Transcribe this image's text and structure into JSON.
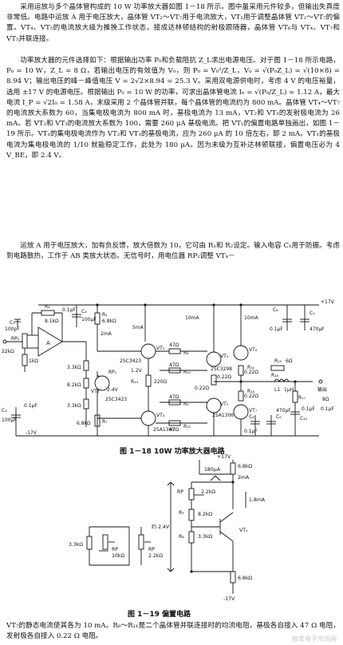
{
  "paragraphs": {
    "p1": "采用运放与多个晶体管构成的 10 W 功率放大器如图 1－18 所示。图中虽采用元件较多，但输出失真度非常低。电路中运放 A 用于电压放大，晶体管 VT₂～VT₇用于电流放大，VT₁用于调整晶体管 VT₂～VT₇的偏置。VT₄、VT₅的电流放大级为推挽工作状态，接成达林顿结构的射极跟随器，晶体管 VT₆与 VT₄、VT₇和 VT₅并联连接。",
    "p2": "功率放大器的元件选择如下：根据输出功率 P₀和负载阻抗 Z_L求出电源电压。对于图 1－18 所示电路，P₀ = 10 W，Z_L = 8 Ω，若输出电压的有效值为 V₀，则 P₀ = V₀²/Z_L，V₀ = √(P₀Z_L) = √(10×8) = 8.94 V；输出电压的峰－峰值电压 V = 2√2×8.94 = 25.3 V。采用双电源供电时，考虑 4 V 的电压裕量，选用 ±17 V 的电源电压。根据输出 P₀ = 10 W 的功率，可求出晶体管电流 I₀ = √(P₀/Z_L) = 1.12 A，最大电流 I_P = √2I₀ = 1.58 A，末级采用 2 个晶体管并联，每个晶体管的电流约为 800 mA。晶体管 VT₄～VT₇的电流放大系数为 60，当集电极电流为 800 mA 时，基极电流为 13 mA，VT₂和 VT₃的发射极电流为 26 mA。若 VT₂和 VT₃的电流放大系数为 100，需要 260 μA 基极电流。把 VT₁的偏置电路单独画出，如图 1－19 所示。VT₁的集电极电流作为 VT₂和 VT₃的基极电流，应为 260 μA 的 10 倍左右，即 2 mA。VT₁的基极电流为集电极电流的 1/10 就能稳定工作，此处为 180 μA。因为末级为互补达林顿联接，偏置电压必为 4 V_BE，即 2.4 V。",
    "p3": "运放 A 用于电压放大，加有负反馈，放大倍数为 10，它可由 R₁和 R₂设定。输入电容 C₁用于防振。考虑到电路散热，工作于 AB 类放大状态。无信号时，用电位器 RP₁调整 VT₄－",
    "p4": "VT₇的静态电流使其各为 10 mA。R₆～R₁₁是二个晶体管并联连接时的均流电阻，基极各自接入 47 Ω 电阻，发射极各自接入 0.22 Ω 电阻。"
  },
  "fig18": {
    "caption": "图 1－18   10W 功率放大器电路",
    "labels": {
      "c1": "C₁",
      "c1v": "100pF",
      "r2": "R₂",
      "r2v": "8.1kΩ",
      "rp2": "RP₂",
      "in": "22kΩ",
      "r1v": "1kΩ",
      "opamp": "A",
      "cap01a": "0.1μF",
      "c4": "C₄",
      "c4v": "100μF",
      "r4": "R₄",
      "r4v": "6.8kΩ",
      "i2ma": "2mA",
      "i5ma": "5mA",
      "i10ma_a": "10mA",
      "i10ma_b": "10mA",
      "vt2": "VT₂",
      "vt2p": "2SC3423",
      "v12": "1.2V",
      "r14": "R₁₄",
      "r14v": "220Ω",
      "r33k": "3.3kΩ",
      "rp1": "RP₁",
      "r82k": "8.2kΩ",
      "vt1": "VT₁",
      "vt1p": "2SC3423",
      "v24": "2.4V",
      "r33kb": "3.3kΩ",
      "r68k": "6.8kΩ",
      "r7": "R₇",
      "vt3": "VT₃",
      "vt3p": "2SA1360",
      "r47a": "47Ω",
      "r8": "R₈",
      "r10": "R₁₀",
      "r47b": "47Ω",
      "vt4": "VT₄",
      "vt4p": "2SC3298",
      "r22a": "0.22Ω",
      "r22b": "0.22Ω",
      "r22c": "0.22Ω",
      "r22d": "0.22Ω",
      "r47c": "47Ω",
      "vt5": "VT₅",
      "vt5p": "2SA1306",
      "r9": "R₉",
      "r11": "R₁₁",
      "r47d": "47Ω",
      "vt6": "VT₆",
      "vt7": "VT₇",
      "r12": "R₁₂",
      "r13": "R₁₃",
      "c6": "C₆",
      "cap01b": "0.1μF",
      "c5": "C₅",
      "c5v": "470μF",
      "vpos": "+17V",
      "vneg": "-17V",
      "r15": "R₁₅",
      "r16": "R₁₆",
      "r60": "6Ω",
      "l1": "L1",
      "l1v": "1μH",
      "out": "输出",
      "load": "8Ω",
      "r17": "R₁₇",
      "cap01c": "0.1μF",
      "c10": "C₁₀",
      "c3": "C₃",
      "c3v": "100μF",
      "c8": "C₈",
      "cap01d": "0.1μF",
      "c9": "C₉",
      "c9v": "470μF",
      "cap01e": "0.1μF",
      "cap01f": "0.1μF"
    }
  },
  "fig19": {
    "caption": "图 1－19   偏置电路",
    "labels": {
      "vpos": "+17V",
      "r68a": "6.8kΩ",
      "i2ma": "2mA",
      "i180": "180μA",
      "rp": "RP",
      "rp22": "2.2kΩ",
      "i18": "1.8mA",
      "r9": "R₉",
      "r82": "8.2kΩ",
      "v24": "约 2.4V",
      "r8": "R₈",
      "r33": "3.3kΩ",
      "vt1": "VT₁",
      "r68b": "6.8kΩ",
      "vneg": "-17V",
      "l33": "3.3kΩ",
      "lrp1": "RP",
      "l10k": "10kΩ",
      "lrp2": "RP",
      "l22k": "2.2kΩ"
    }
  },
  "watermark": "维库电子市场网"
}
